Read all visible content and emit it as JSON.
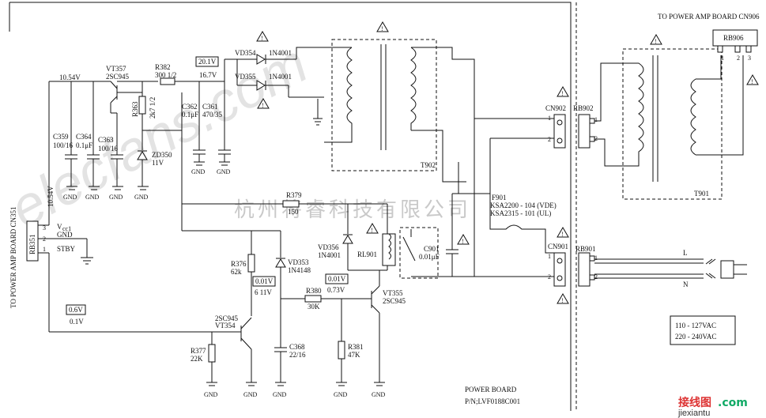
{
  "watermark": {
    "company_cn": "杭州将睿科技有限公司",
    "site": "elecfans.com"
  },
  "title_block": {
    "board": "POWER BOARD",
    "part_no": "P/N;LVF0188C001"
  },
  "to_power_amp_cn906": "TO POWER AMP BOARD CN906",
  "to_power_amp_cn351": "TO POWER AMP BOARD CN351",
  "voltage_box": {
    "line1": "110 - 127VAC",
    "line2": "220 - 240VAC"
  },
  "connectors": {
    "rb906": "RB906",
    "rb902": "RB902",
    "cn902": "CN902",
    "cn901": "CN901",
    "rb901": "RB901",
    "rb351": "RB351"
  },
  "pins": {
    "p1": "1",
    "p2": "2",
    "p3": "3"
  },
  "rb351_labels": {
    "vcc": "V",
    "vcc_sub": "cc1",
    "gnd": "GND",
    "stby": "STBY"
  },
  "transformers": {
    "t902": "T902",
    "t901": "T901"
  },
  "components": {
    "vt357": "VT357",
    "vt357_type": "2SC945",
    "r382": "R382",
    "r382_val": "300 1/2",
    "r363": "R363",
    "r363_val": "2k7 1/2",
    "zd350": "ZD350",
    "zd350_val": "11V",
    "c359": "C359",
    "c359_val": "100/16",
    "c364": "C364",
    "c364_val": "0.1μF",
    "c363": "C363",
    "c363_val": "100/16",
    "c362": "C362",
    "c362_val": "0.1μF",
    "c361": "C361",
    "c361_val": "470/35",
    "vd354": "VD354",
    "vd354_type": "1N4001",
    "vd355": "VD355",
    "vd355_type": "1N4001",
    "r379": "R379",
    "r379_val": "150",
    "f901": "F901",
    "f901_vde": "KSA2200 - 104 (VDE)",
    "f901_ul": "KSA2315 - 101 (UL)",
    "vd356": "VD356",
    "vd356_type": "1N4001",
    "rl901": "RL901",
    "c901": "C901",
    "c901_val": "0.01μF",
    "r376": "R376",
    "r376_val": "62k",
    "vd353": "VD353",
    "vd353_type": "1N4148",
    "r380": "R380",
    "r380_val": "30K",
    "vt355": "VT355",
    "vt355_type": "2SC945",
    "vt354": "VT354",
    "vt354_type": "2SC945",
    "r377": "R377",
    "r377_val": "22K",
    "c368": "C368",
    "c368_val": "22/16",
    "r381": "R381",
    "r381_val": "47K"
  },
  "voltages": {
    "v10_54": "10.54V",
    "v16_7": "16.7V",
    "v20_1": "20.1V",
    "v10_54_side": "10.54V",
    "v0_01_a": "0.01V",
    "v6_11": "6 11V",
    "v0_01_b": "0.01V",
    "v0_73": "0.73V",
    "v0_6": "0.6V",
    "v0_1": "0.1V"
  },
  "gnd": "GND",
  "ac": {
    "L": "L",
    "N": "N"
  },
  "logo": {
    "a": "接线图",
    "b": ".com",
    "c": "jiexiantu"
  }
}
